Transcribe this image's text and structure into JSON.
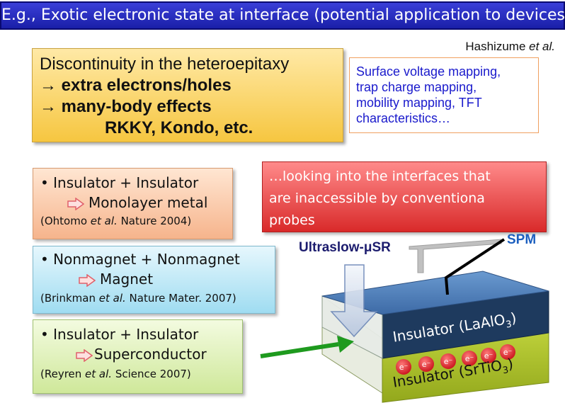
{
  "title": "E.g., Exotic electronic state at interface (potential application to devices)",
  "credit": {
    "name": "Hashizume",
    "etal": "et al."
  },
  "discontinuity": {
    "line1": "Discontinuity in the heteroepitaxy",
    "line2": "→ extra electrons/holes",
    "line3": "→ many-body effects",
    "line4": "RKKY, Kondo, etc."
  },
  "spm_box": {
    "line1": "Surface voltage mapping,",
    "line2": "trap charge mapping,",
    "line3": "mobility mapping, TFT",
    "line4": "characteristics…"
  },
  "examples": [
    {
      "main": "• Insulator + Insulator",
      "result": "Monolayer metal",
      "ref_a": "(Ohtomo ",
      "ref_etal": "et al.",
      "ref_b": " Nature 2004)"
    },
    {
      "main": "• Nonmagnet + Nonmagnet",
      "result": "Magnet",
      "ref_a": "(Brinkman ",
      "ref_etal": "et al.",
      "ref_b": " Nature Mater. 2007)"
    },
    {
      "main": "• Insulator + Insulator",
      "result": "Superconductor",
      "ref_a": "(Reyren ",
      "ref_etal": "et al.",
      "ref_b": " Science 2007)"
    }
  ],
  "red_box": {
    "line1": "…looking into the interfaces that",
    "line2": "are inaccessible by conventiona",
    "line3": "probes"
  },
  "labels": {
    "usr": "Ultraslow-μSR",
    "spm": "SPM",
    "insulator_lao_a": "Insulator (LaAlO",
    "insulator_lao_sub": "3",
    "insulator_lao_b": ")",
    "insulator_sto_a": "Insulator (SrTiO",
    "insulator_sto_sub": "3",
    "insulator_sto_b": ")",
    "electron": "e⁻"
  },
  "colors": {
    "title_bg": "#2a2fc8",
    "top_layer": "#4a7ab8",
    "mid_layer": "#1f3a5c",
    "bottom_layer": "#a9bf2a",
    "electron": "#e8202a",
    "green_arrow": "#1e9a1e"
  }
}
